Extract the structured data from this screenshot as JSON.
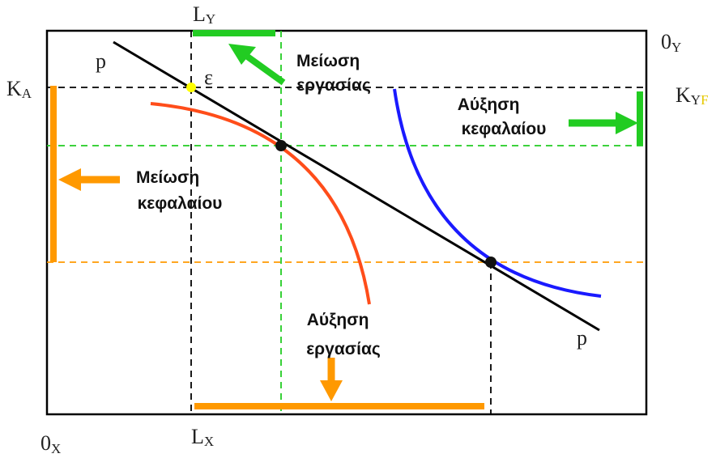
{
  "labels": {
    "ox_main": "0",
    "ox_sub": "X",
    "oy_main": "0",
    "oy_sub": "Y",
    "lx_main": "L",
    "lx_sub": "X",
    "ly_main": "L",
    "ly_sub": "Y",
    "ka_main": "K",
    "ka_sub": "A",
    "kyf_main": "K",
    "kyf_sub": "Y",
    "kyf_sup": "F",
    "p_top": "p",
    "p_bottom": "p",
    "epsilon": "ε"
  },
  "annotations": {
    "labour_decrease_1": "Μείωση",
    "labour_decrease_2": "εργασίας",
    "capital_increase_1": "Αύξηση",
    "capital_increase_2": "κεφαλαίου",
    "capital_decrease_1": "Μείωση",
    "capital_decrease_2": "κεφαλαίου",
    "labour_increase_1": "Αύξηση",
    "labour_increase_2": "εργασίας"
  },
  "colors": {
    "frame": "#000000",
    "price_line": "#000000",
    "isoquant_x": "#ff4d1a",
    "isoquant_y": "#1a1aff",
    "green": "#22cc22",
    "orange": "#ff9900",
    "marker_yellow": "#ffff00",
    "sup_yellow": "#e6c800"
  }
}
